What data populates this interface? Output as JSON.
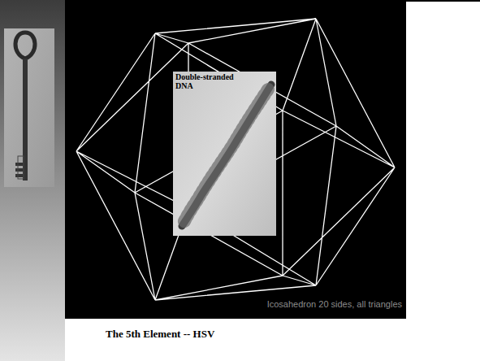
{
  "diagram": {
    "title": "The 5th Element -- HSV",
    "nodes": [
      {
        "text": [
          "Double-stranded DNA"
        ]
      }
    ],
    "labels": [
      "Icosahedron 20 sides, all triangles"
    ]
  }
}
